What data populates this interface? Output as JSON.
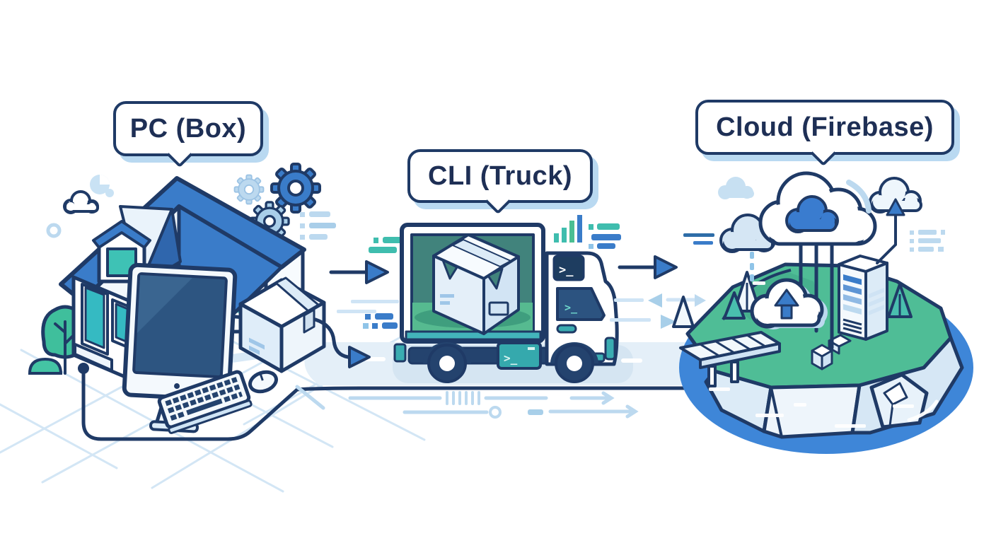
{
  "scene": {
    "labels": {
      "pc": "PC (Box)",
      "cli": "CLI (Truck)",
      "cloud": "Cloud (Firebase)"
    },
    "icons": {
      "terminal_prompt": ">_"
    },
    "colors": {
      "outline_navy": "#1f3a66",
      "text_navy": "#1e2f55",
      "accent_blue": "#3a7cc9",
      "roof_blue": "#3a7cc9",
      "teal": "#3fb3ba",
      "teal_green": "#4fbd96",
      "water_blue": "#3e86d8",
      "light_blue": "#bcd9ef",
      "pale_blue": "#dcebf7",
      "bubble_shadow": "#b9d9f1",
      "screen_navy": "#2d5581",
      "cargo_teal": "#41837c",
      "cargo_floor_green": "#56ba90"
    }
  }
}
